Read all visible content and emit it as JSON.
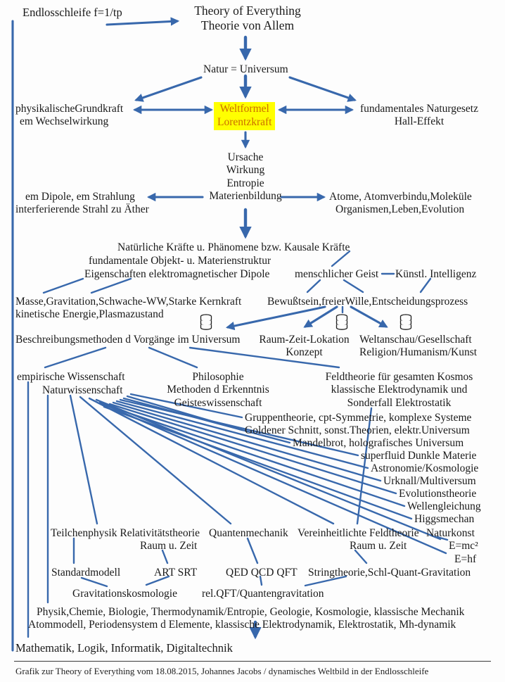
{
  "colors": {
    "arrow": "#3868ac",
    "text": "#1a1a1a",
    "highlight_bg": "#ffff00",
    "highlight_text": "#cc6d00"
  },
  "nodes": {
    "endlosschleife": "Endlosschleife  f=1/tp",
    "title_en": "Theory of Everything",
    "title_de": "Theorie von Allem",
    "natur": "Natur = Universum",
    "grundkraft1": "physikalischeGrundkraft",
    "grundkraft2": "em Wechselwirkung",
    "weltformel1": "Weltformel",
    "weltformel2": "Lorentzkraft",
    "naturgesetz1": "fundamentales Naturgesetz",
    "naturgesetz2": "Hall-Effekt",
    "ursache": "Ursache",
    "wirkung": "Wirkung",
    "entropie": "Entropie",
    "materienbildung": "Materienbildung",
    "dipole1": "em Dipole, em Strahlung",
    "dipole2": "interferierende Strahl zu Äther",
    "atome1": "Atome, Atomverbindu,Moleküle",
    "atome2": "Organismen,Leben,Evolution",
    "kraefte": "Natürliche Kräfte u. Phänomene bzw. Kausale Kräfte",
    "struktur": "fundamentale Objekt- u. Materienstruktur",
    "eigenschaften": "Eigenschaften elektromagnetischer Dipole",
    "geist": "menschlicher Geist",
    "ki": "Künstl. Intelligenz",
    "masse1": "Masse,Gravitation,Schwache-WW,Starke Kernkraft",
    "masse2": "kinetische Energie,Plasmazustand",
    "bewusstsein": "Bewußtsein,freierWille,Entscheidungsprozess",
    "beschreibung": "Beschreibungsmethoden d Vorgänge im Universum",
    "raumzeit_lokation": "Raum-Zeit-Lokation",
    "konzept": "Konzept",
    "weltanschau1": "Weltanschau/Gesellschaft",
    "weltanschau2": "Religion/Humanism/Kunst",
    "empirisch": "empirische Wissenschaft",
    "naturwiss": "Naturwissenschaft",
    "philosophie": "Philosophie",
    "methoden": "Methoden d Erkenntnis",
    "geisteswiss": "Geisteswissenschaft",
    "feldtheorie": "Feldtheorie für gesamten Kosmos",
    "elektrodynamik": "klassische Elektrodynamik und",
    "sonderfall": "Sonderfall  Elektrostatik",
    "gruppentheorie": "Gruppentheorie, cpt-Symmetrie, komplexe Systeme",
    "goldener": "Goldener Schnitt, sonst.Theorien, elektr.Universum",
    "mandelbrot": "Mandelbrot, holografisches Universum",
    "superfluid": "superfluid Dunkle Materie",
    "astronomie": "Astronomie/Kosmologie",
    "urknall": "Urknall/Multiversum",
    "evolutionstheorie": "Evolutionstheorie",
    "wellengleichung": "Wellengleichung",
    "higgs": "Higgsmechan",
    "teilchenphysik": "Teilchenphysik Relativitätstheorie",
    "raum_zeit_a": "Raum u. Zeit",
    "quantenmechanik": "Quantenmechanik",
    "vereinheitlicht": "Vereinheitlichte Feldtheorie",
    "raum_zeit_b": "Raum u. Zeit",
    "naturkonst": "Naturkonst",
    "emc2": "E=mc²",
    "ehf": "E=hf",
    "standardmodell": "Standardmodell",
    "artsrt": "ART SRT",
    "qed": "QED QCD QFT",
    "stringtheorie": "Stringtheorie,Schl-Quant-Gravitation",
    "gravitationskosmologie": "Gravitationskosmologie",
    "relqft": "rel.QFT/Quantengravitation",
    "physik1": "Physik,Chemie, Biologie, Thermodynamik/Entropie, Geologie, Kosmologie, klassische Mechanik",
    "physik2": "Atommodell, Periodensystem d Elemente, klassische Elektrodynamik, Elektrostatik, Mh-dynamik",
    "mathematik": "Mathematik, Logik, Informatik, Digitaltechnik",
    "caption": "Grafik zur Theory of Everything vom 18.08.2015, Johannes Jacobs / dynamisches Weltbild in der Endlosschleife"
  },
  "icons": {
    "database": "database-icon"
  }
}
